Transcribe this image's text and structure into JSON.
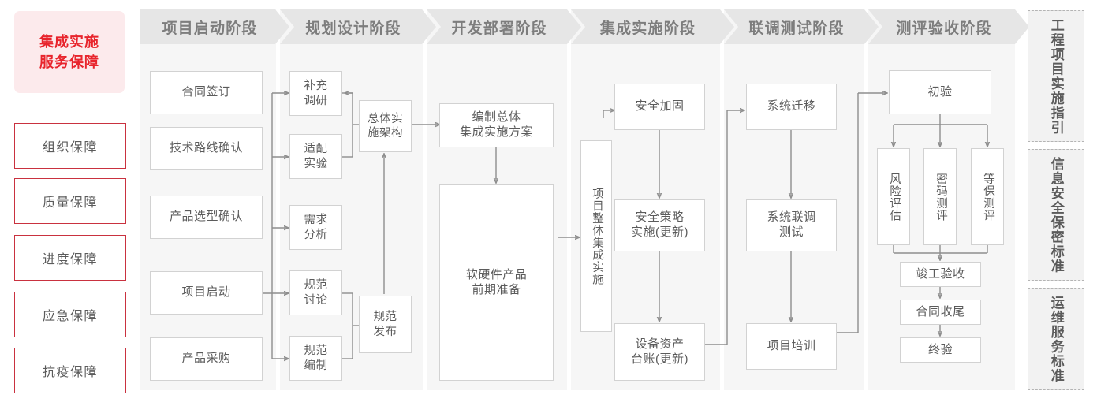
{
  "guarantee": {
    "title": "集成实施\n服务保障",
    "items": [
      {
        "label": "组织保障"
      },
      {
        "label": "质量保障"
      },
      {
        "label": "进度保障"
      },
      {
        "label": "应急保障"
      },
      {
        "label": "抗疫保障"
      }
    ]
  },
  "stages": [
    {
      "id": "startup",
      "header": "项目启动阶段"
    },
    {
      "id": "planning",
      "header": "规划设计阶段"
    },
    {
      "id": "development",
      "header": "开发部署阶段"
    },
    {
      "id": "integration",
      "header": "集成实施阶段"
    },
    {
      "id": "testing",
      "header": "联调测试阶段"
    },
    {
      "id": "acceptance",
      "header": "测评验收阶段"
    }
  ],
  "nodes": {
    "startup": [
      {
        "label": "合同签订"
      },
      {
        "label": "技术路线确认"
      },
      {
        "label": "产品选型确认"
      },
      {
        "label": "项目启动"
      },
      {
        "label": "产品采购"
      }
    ],
    "planning": [
      {
        "label": "补充\n调研"
      },
      {
        "label": "适配\n实验"
      },
      {
        "label": "需求\n分析"
      },
      {
        "label": "规范\n讨论"
      },
      {
        "label": "规范\n编制"
      },
      {
        "label": "总体实\n施架构"
      },
      {
        "label": "规范\n发布"
      }
    ],
    "development": [
      {
        "label": "编制总体\n集成实施方案"
      },
      {
        "label": "软硬件产品\n前期准备"
      }
    ],
    "integration": [
      {
        "label": "项目整体集成实施"
      },
      {
        "label": "安全加固"
      },
      {
        "label": "安全策略\n实施(更新)"
      },
      {
        "label": "设备资产\n台账(更新)"
      }
    ],
    "testing": [
      {
        "label": "系统迁移"
      },
      {
        "label": "系统联调\n测试"
      },
      {
        "label": "项目培训"
      }
    ],
    "acceptance": [
      {
        "label": "初验"
      },
      {
        "label": "风险评估"
      },
      {
        "label": "密码测评"
      },
      {
        "label": "等保测评"
      },
      {
        "label": "竣工验收"
      },
      {
        "label": "合同收尾"
      },
      {
        "label": "终验"
      }
    ]
  },
  "standards": [
    {
      "label": "工程项目实施指引"
    },
    {
      "label": "信息安全保密标准"
    },
    {
      "label": "运维服务标准"
    }
  ],
  "colors": {
    "brand_red": "#e8242c",
    "guarantee_border": "#c9313f",
    "guarantee_title_bg": "#fceaec",
    "stage_panel_bg": "#f6f6f6",
    "stage_head_bg": "#e6e6e6",
    "stage_head_text": "#7d7d7d",
    "node_border": "#d2d2d2",
    "node_text": "#5b5b5b",
    "wire": "#8e8e8e",
    "standard_bg": "#f2f2f2",
    "standard_border": "#b4b4b4"
  }
}
